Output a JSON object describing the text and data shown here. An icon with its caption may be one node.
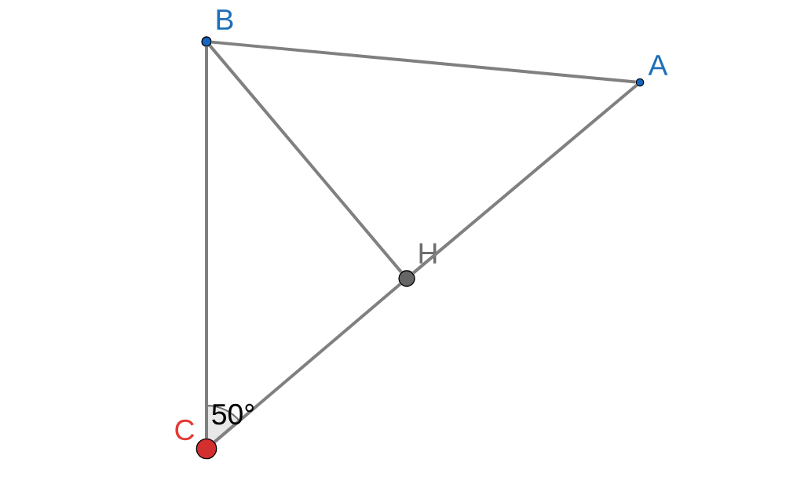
{
  "diagram": {
    "nodes": [
      {
        "text": [
          "B"
        ]
      },
      {
        "text": [
          "A"
        ]
      },
      {
        "text": [
          "H"
        ]
      },
      {
        "text": [
          "C"
        ]
      }
    ],
    "edges": [
      {
        "from": 0,
        "to": 1,
        "arrow": "none"
      },
      {
        "from": 0,
        "to": 3,
        "arrow": "none"
      },
      {
        "from": 0,
        "to": 2,
        "arrow": "none"
      },
      {
        "from": 3,
        "to": 2,
        "arrow": "none"
      },
      {
        "from": 2,
        "to": 1,
        "arrow": "none"
      }
    ],
    "labels": [
      "50°"
    ]
  }
}
